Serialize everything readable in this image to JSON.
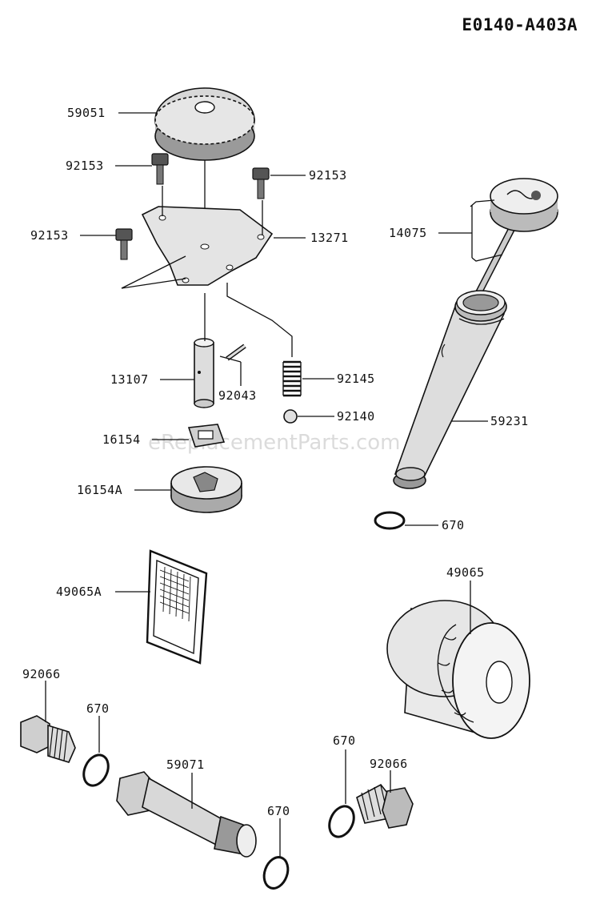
{
  "diagram_code": "E0140-A403A",
  "watermark": "eReplacementParts.com",
  "parts": [
    {
      "id": "59051",
      "label": "59051"
    },
    {
      "id": "92153a",
      "label": "92153"
    },
    {
      "id": "92153b",
      "label": "92153"
    },
    {
      "id": "92153c",
      "label": "92153"
    },
    {
      "id": "13271",
      "label": "13271"
    },
    {
      "id": "14075",
      "label": "14075"
    },
    {
      "id": "13107",
      "label": "13107"
    },
    {
      "id": "92043",
      "label": "92043"
    },
    {
      "id": "92145",
      "label": "92145"
    },
    {
      "id": "92140",
      "label": "92140"
    },
    {
      "id": "16154",
      "label": "16154"
    },
    {
      "id": "16154A",
      "label": "16154A"
    },
    {
      "id": "59231",
      "label": "59231"
    },
    {
      "id": "670a",
      "label": "670"
    },
    {
      "id": "49065A",
      "label": "49065A"
    },
    {
      "id": "49065",
      "label": "49065"
    },
    {
      "id": "92066a",
      "label": "92066"
    },
    {
      "id": "670b",
      "label": "670"
    },
    {
      "id": "59071",
      "label": "59071"
    },
    {
      "id": "670c",
      "label": "670"
    },
    {
      "id": "670d",
      "label": "670"
    },
    {
      "id": "92066b",
      "label": "92066"
    }
  ]
}
